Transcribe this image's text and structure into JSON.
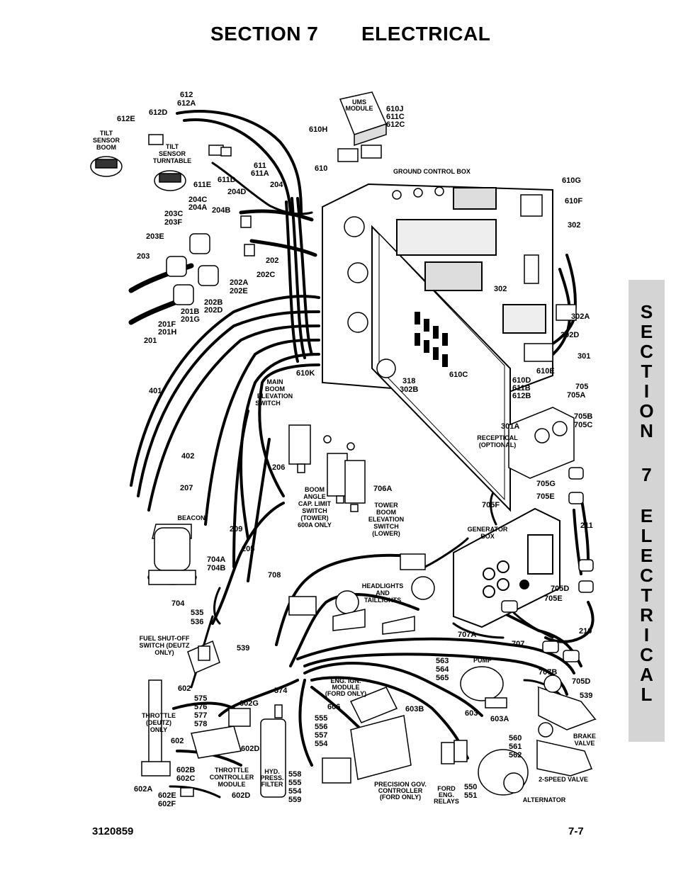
{
  "header": {
    "section": "SECTION 7",
    "title": "ELECTRICAL"
  },
  "side_tab": [
    "S",
    "E",
    "C",
    "T",
    "I",
    "O",
    "N",
    "7",
    "E",
    "L",
    "E",
    "C",
    "T",
    "R",
    "I",
    "C",
    "A",
    "L"
  ],
  "footer": {
    "doc_number": "3120859",
    "page": "7-7"
  },
  "components": {
    "tilt_sensor_boom": [
      "TILT",
      "SENSOR",
      "BOOM"
    ],
    "tilt_sensor_turntable": [
      "TILT",
      "SENSOR",
      "TURNTABLE"
    ],
    "ums_module": [
      "UMS",
      "MODULE"
    ],
    "ground_control_box": "GROUND CONTROL BOX",
    "main_boom_switch": [
      "MAIN",
      "BOOM",
      "ELEVATION",
      "SWITCH"
    ],
    "boom_angle_switch": [
      "BOOM",
      "ANGLE",
      "CAP. LIMIT",
      "SWITCH",
      "(TOWER)",
      "600A ONLY"
    ],
    "tower_boom_switch": [
      "TOWER",
      "BOOM",
      "ELEVATION",
      "SWITCH",
      "(LOWER)"
    ],
    "receptical": [
      "RECEPTICAL",
      "(OPTIONAL)"
    ],
    "generator_box": [
      "GENERATOR",
      "BOX"
    ],
    "beacon": "BEACON",
    "headlights": [
      "HEADLIGHTS",
      "AND",
      "TAILLIGHTS"
    ],
    "fuel_shutoff": [
      "FUEL SHUT-OFF",
      "SWITCH (DEUTZ",
      "ONLY)"
    ],
    "eng_ign_module": [
      "ENG. IGN.",
      "MODULE",
      "(FORD ONLY)"
    ],
    "pump": "PUMP",
    "throttle": [
      "THROTTLE",
      "(DEUTZ)",
      "ONLY"
    ],
    "throttle_controller": [
      "THROTTLE",
      "CONTROLLER",
      "MODULE"
    ],
    "hyd_filter": [
      "HYD.",
      "PRESS.",
      "FILTER"
    ],
    "precision_gov": [
      "PRECISION GOV.",
      "CONTROLLER",
      "(FORD ONLY)"
    ],
    "ford_relays": [
      "FORD",
      "ENG.",
      "RELAYS"
    ],
    "alternator": "ALTERNATOR",
    "brake_valve": [
      "BRAKE",
      "VALVE"
    ],
    "two_speed_valve": "2-SPEED VALVE"
  },
  "callouts": {
    "c612": [
      "612",
      "612A"
    ],
    "c612e": "612E",
    "c612d": "612D",
    "c610j": [
      "610J",
      "611C",
      "612C"
    ],
    "c610h": "610H",
    "c610": "610",
    "c611": [
      "611",
      "611A"
    ],
    "c611e": "611E",
    "c611d": "611D",
    "c204": "204",
    "c204d": "204D",
    "c204c": [
      "204C",
      "204A"
    ],
    "c204b": "204B",
    "c203c": [
      "203C",
      "203F"
    ],
    "c203e": "203E",
    "c203": "203",
    "c202": "202",
    "c202c": "202C",
    "c202a": [
      "202A",
      "202E"
    ],
    "c202b": [
      "202B",
      "202D"
    ],
    "c201b": [
      "201B",
      "201G"
    ],
    "c201f": [
      "201F",
      "201H"
    ],
    "c201": "201",
    "c610g": "610G",
    "c610f": "610F",
    "c302": "302",
    "c302b": "302",
    "c302a": "302A",
    "c302d": "302D",
    "c301": "301",
    "c610e": "610E",
    "c610k": "610K",
    "c318": [
      "318",
      "302B"
    ],
    "c610c": "610C",
    "c610d": [
      "610D",
      "611B",
      "612B"
    ],
    "c705": [
      "705",
      "705A"
    ],
    "c705b": [
      "705B",
      "705C"
    ],
    "c301a": "301A",
    "c401": "401",
    "c402": "402",
    "c206": "206",
    "c207": "207",
    "c706a": "706A",
    "c705g": "705G",
    "c705e": "705E",
    "c705f": "705F",
    "c211": "211",
    "c209": "209",
    "c205": "205",
    "c704a": [
      "704A",
      "704B"
    ],
    "c704": "704",
    "c535": [
      "535",
      "536"
    ],
    "c708": "708",
    "c705d": [
      "705D",
      "705E"
    ],
    "c707a": "707A",
    "c707": "707",
    "c210": "210",
    "c539a": "539",
    "c563": [
      "563",
      "564",
      "565"
    ],
    "c602": "602",
    "c574": "574",
    "c575": [
      "575",
      "576",
      "577",
      "578"
    ],
    "c602g": "602G",
    "c606": "606",
    "c555": [
      "555",
      "556",
      "557",
      "554"
    ],
    "c603b": "603B",
    "c603": "603",
    "c603a": "603A",
    "c707b": "707B",
    "c705d2": "705D",
    "c539b": "539",
    "c602b": "602",
    "c602d": "602D",
    "c602bc": [
      "602B",
      "602C"
    ],
    "c602a": "602A",
    "c602ef": [
      "602E",
      "602F"
    ],
    "c602d2": "602D",
    "c558": [
      "558",
      "555",
      "554",
      "559"
    ],
    "c550": [
      "550",
      "551"
    ],
    "c560": [
      "560",
      "561",
      "562"
    ]
  }
}
